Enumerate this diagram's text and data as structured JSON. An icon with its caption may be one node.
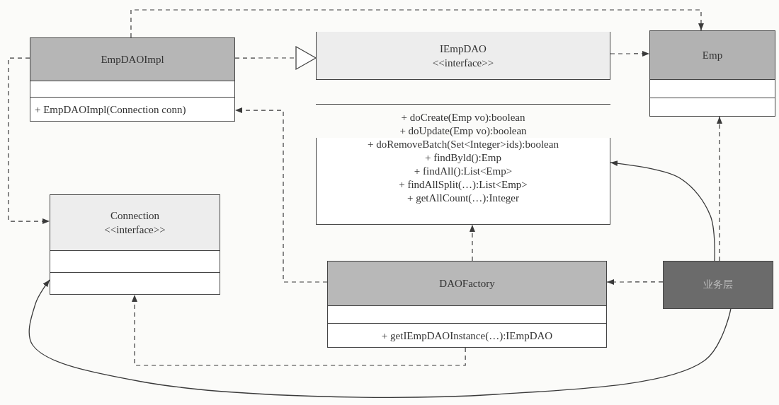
{
  "diagram": {
    "nodes": [
      {
        "text": [
          "EmpDAOImpl",
          "+ EmpDAOImpl(Connection conn)"
        ]
      },
      {
        "text": [
          "IEmpDAO",
          "<<interface>>",
          "+ doCreate(Emp vo):boolean",
          "+ doUpdate(Emp vo):boolean",
          "+ doRemoveBatch(Set<Integer>ids):boolean",
          "+ findByld():Emp",
          "+ findAll():List<Emp>",
          "+ findAllSplit(…):List<Emp>",
          "+ getAllCount(…):Integer"
        ]
      },
      {
        "text": [
          "Emp"
        ]
      },
      {
        "text": [
          "Connection",
          "<<interface>>"
        ]
      },
      {
        "text": [
          "DAOFactory",
          "+ getIEmpDAOInstance(…):IEmpDAO"
        ]
      },
      {
        "text": [
          "业务层"
        ]
      }
    ],
    "edges": [
      {
        "from": 0,
        "to": 2,
        "arrow": "to",
        "style": "dashed"
      },
      {
        "from": 0,
        "to": 1,
        "arrow": "to",
        "style": "dashed"
      },
      {
        "from": 1,
        "to": 2,
        "arrow": "to",
        "style": "dashed"
      },
      {
        "from": 0,
        "to": 3,
        "arrow": "to",
        "style": "dashed"
      },
      {
        "from": 4,
        "to": 0,
        "arrow": "to",
        "style": "dashed"
      },
      {
        "from": 4,
        "to": 1,
        "arrow": "to",
        "style": "dashed"
      },
      {
        "from": 4,
        "to": 3,
        "arrow": "to",
        "style": "dashed"
      },
      {
        "from": 5,
        "to": 4,
        "arrow": "to",
        "style": "dashed"
      },
      {
        "from": 5,
        "to": 2,
        "arrow": "to",
        "style": "dashed"
      },
      {
        "from": 5,
        "to": 1,
        "arrow": "to"
      },
      {
        "from": 5,
        "to": 3,
        "arrow": "to"
      }
    ]
  }
}
